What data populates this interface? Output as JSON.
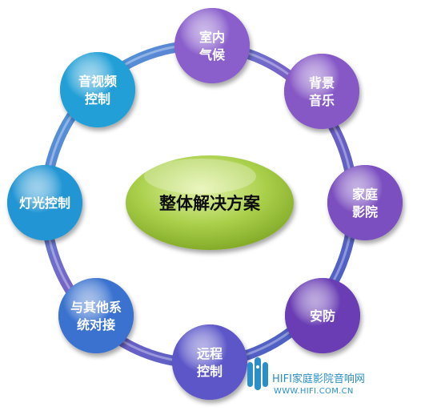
{
  "center": {
    "label": "整体解决方案",
    "color": "#8dbb2c"
  },
  "ring_colors": {
    "top": "#7a5ec6",
    "left": "#2a8fd0",
    "bottom": "#3f62c4"
  },
  "nodes": [
    {
      "id": "indoor-climate",
      "lines": [
        "室内",
        "气候"
      ],
      "color": "#8a5fcc"
    },
    {
      "id": "background-music",
      "lines": [
        "背景",
        "音乐"
      ],
      "color": "#8658c6"
    },
    {
      "id": "home-theater",
      "lines": [
        "家庭",
        "影院"
      ],
      "color": "#7c50c0"
    },
    {
      "id": "security",
      "lines": [
        "安防"
      ],
      "color": "#6a3eb4"
    },
    {
      "id": "remote-control",
      "lines": [
        "远程",
        "控制"
      ],
      "color": "#5b56c8"
    },
    {
      "id": "system-integration",
      "lines": [
        "与其他系",
        "统对接"
      ],
      "color": "#3a72cf"
    },
    {
      "id": "lighting-control",
      "lines": [
        "灯光控制"
      ],
      "color": "#2496d4"
    },
    {
      "id": "av-control",
      "lines": [
        "音视频",
        "控制"
      ],
      "color": "#229fd6"
    }
  ],
  "watermark": {
    "line1": "HIFI家庭影院音响网",
    "line2": "WWW.HIFI.COM.CN",
    "color": "#2a8ec9"
  }
}
